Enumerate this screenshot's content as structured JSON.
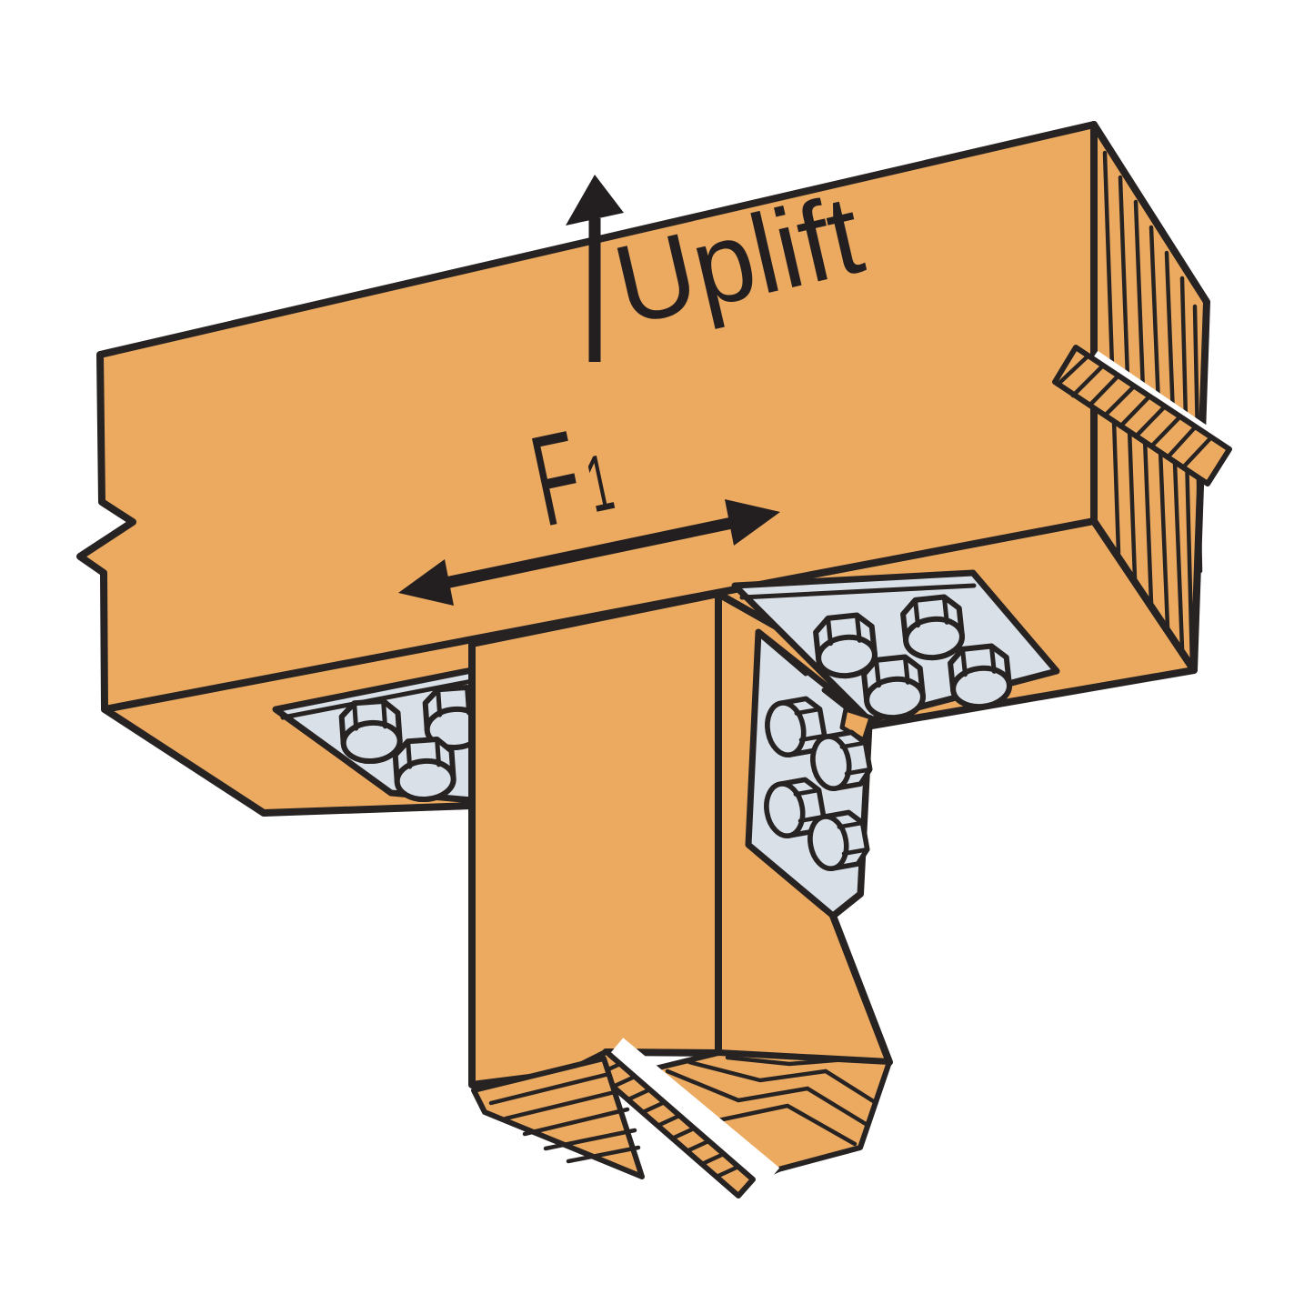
{
  "diagram": {
    "labels": {
      "uplift": "Uplift",
      "force_main": "F",
      "force_sub": "1"
    },
    "colors": {
      "wood": "#ECAA61",
      "outline": "#272322",
      "metal": "#D9E0E7",
      "ink": "#231F20",
      "background": "#FFFFFF"
    },
    "arrows": [
      {
        "name": "uplift-arrow",
        "direction": "up"
      },
      {
        "name": "f1-arrow",
        "direction": "double-headed-diagonal"
      }
    ],
    "parts": {
      "left_bracket_visible_bolts": 3,
      "right_bracket_horizontal_bolts": 4,
      "right_bracket_vertical_bolts": 4
    }
  }
}
